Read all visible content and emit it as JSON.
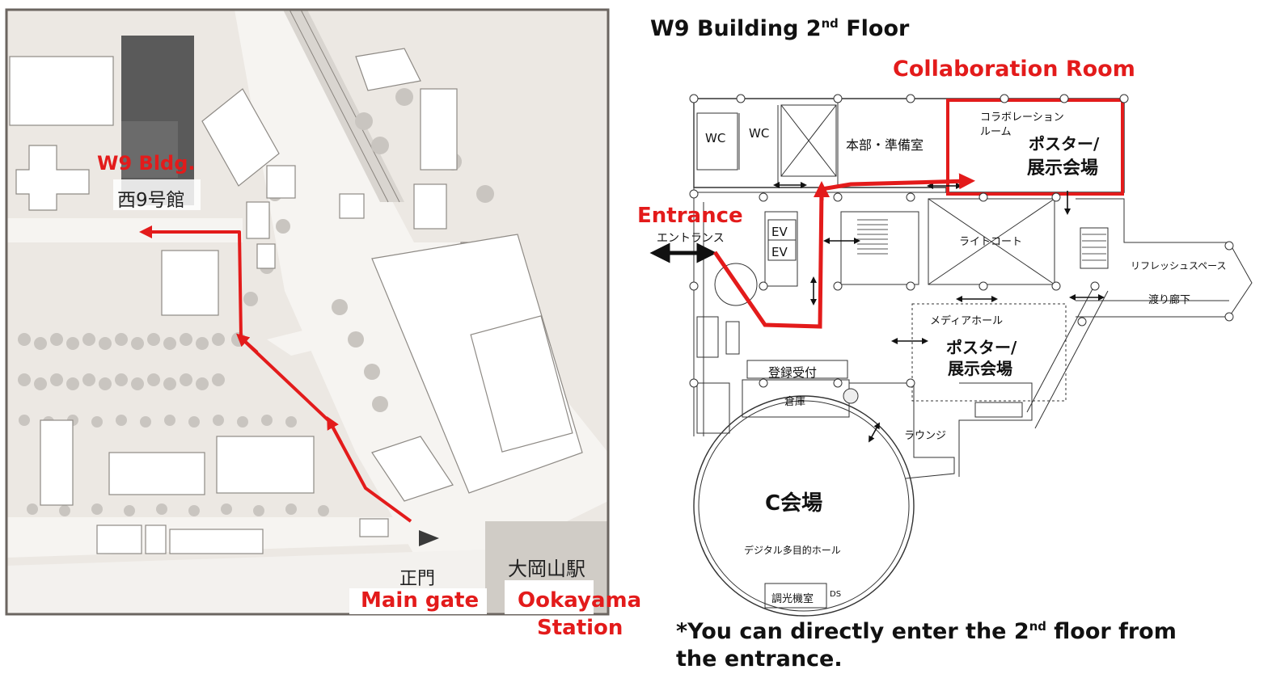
{
  "campus_map": {
    "w9_bldg_en": "W9 Bldg.",
    "w9_bldg_jp": "西9号館",
    "main_gate_jp": "正門",
    "main_gate_en": "Main gate",
    "station_jp": "大岡山駅",
    "station_en_line1": "Ookayama",
    "station_en_line2": "Station"
  },
  "floor_plan": {
    "title_prefix": "W9 Building 2",
    "title_sup": "nd",
    "title_suffix": " Floor",
    "collab_title": "Collaboration Room",
    "entrance_en": "Entrance",
    "entrance_jp": "エントランス",
    "rooms": {
      "wc1": "WC",
      "wc2": "WC",
      "headquarters": "本部・準備室",
      "collab_jp_1": "コラボレーション",
      "collab_jp_2": "ルーム",
      "poster1_line1": "ポスター/",
      "poster1_line2": "展示会場",
      "ev1": "EV",
      "ev2": "EV",
      "light_court": "ライトコート",
      "refresh_space": "リフレッシュスペース",
      "corridor": "渡り廊下",
      "media_hall": "メディアホール",
      "poster2_line1": "ポスター/",
      "poster2_line2": "展示会場",
      "registration": "登録受付",
      "storage": "倉庫",
      "lounge": "ラウンジ",
      "hall_c": "C会場",
      "digital_hall": "デジタル多目的ホール",
      "dimmer_room": "調光機室",
      "ds": "DS"
    },
    "note_prefix": "*You can directly enter the 2",
    "note_sup": "nd",
    "note_suffix": " floor from",
    "note_line2": "the entrance."
  },
  "colors": {
    "accent_red": "#e31b1b",
    "map_ground": "#ece8e3",
    "map_road": "#f6f4f1",
    "map_building": "#ffffff",
    "map_dark_building": "#5a5a5a",
    "map_tree": "#c9c5c0",
    "map_border": "#6b6560"
  }
}
